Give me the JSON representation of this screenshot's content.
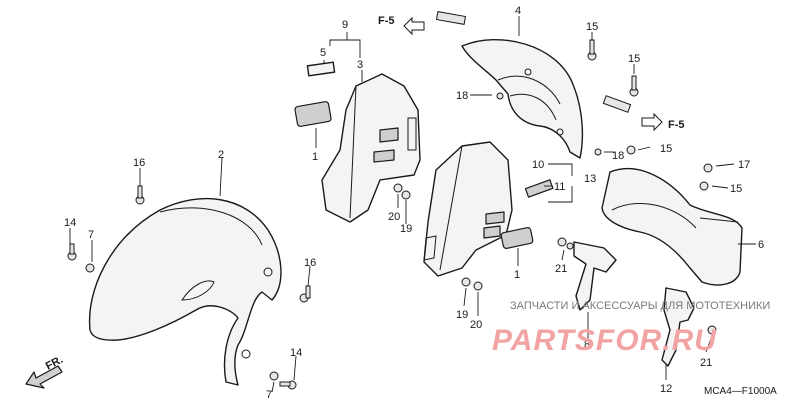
{
  "callouts": {
    "c1a": "1",
    "c1b": "1",
    "c2": "2",
    "c3": "3",
    "c4": "4",
    "c5": "5",
    "c6": "6",
    "c7a": "7",
    "c7b": "7",
    "c8": "8",
    "c9": "9",
    "c10": "10",
    "c11": "11",
    "c12": "12",
    "c13": "13",
    "c14a": "14",
    "c14b": "14",
    "c15a": "15",
    "c15b": "15",
    "c15c": "15",
    "c15d": "15",
    "c16a": "16",
    "c16b": "16",
    "c17": "17",
    "c18a": "18",
    "c18b": "18",
    "c19a": "19",
    "c19b": "19",
    "c20a": "20",
    "c20b": "20",
    "c21a": "21",
    "c21b": "21"
  },
  "references": {
    "f5_top": "F-5",
    "f5_right": "F-5",
    "front": "FR."
  },
  "watermark": {
    "caption": "ЗАПЧАСТИ И АКСЕССУАРЫ ДЛЯ МОТОТЕХНИКИ",
    "logo": "PARTSFOR.RU"
  },
  "diagram_code": "MCA4—F1000A"
}
